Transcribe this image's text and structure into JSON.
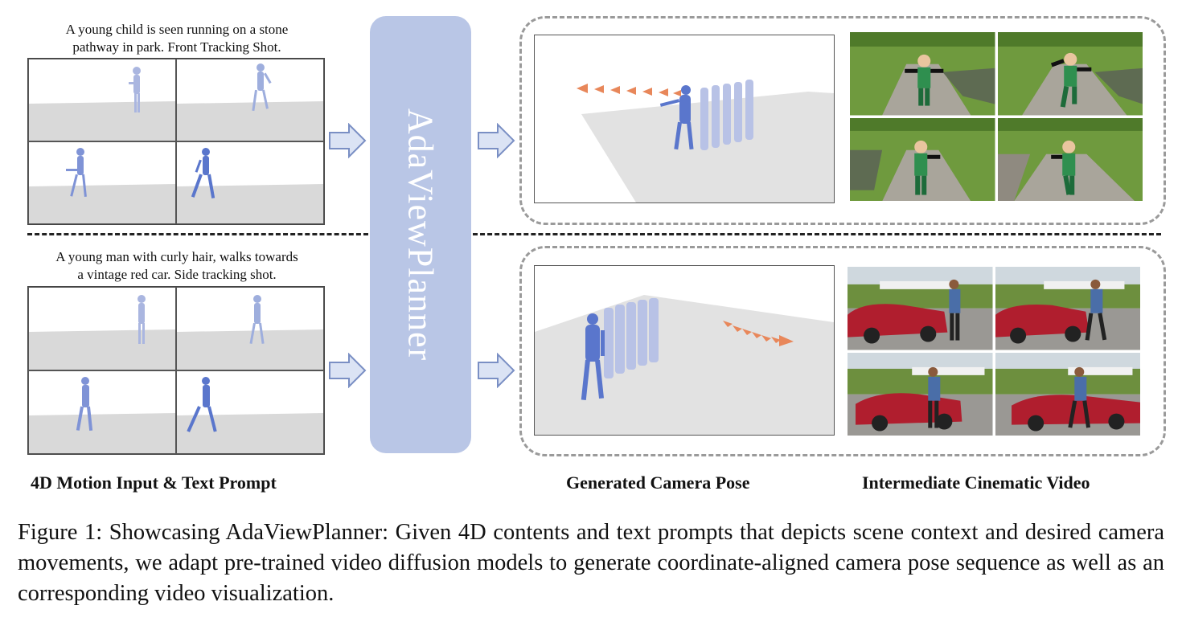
{
  "figure": {
    "prompt_top": [
      "A young child is seen running on a stone",
      "pathway in park. Front Tracking Shot."
    ],
    "prompt_bottom": [
      "A young man with curly hair, walks towards",
      "a vintage red car. Side tracking shot."
    ],
    "planner_label": "AdaViewPlanner",
    "label_input": "4D Motion Input & Text Prompt",
    "label_pose": "Generated Camera Pose",
    "label_video": "Intermediate Cinematic Video",
    "caption": "Figure 1: Showcasing AdaViewPlanner: Given 4D contents and text prompts that depicts scene context and desired camera movements, we adapt pre-trained video diffusion models to generate coordinate-aligned camera pose sequence as well as an corresponding video visualization.",
    "colors": {
      "planner": "#b9c6e6",
      "arrow_fill": "#dbe3f4",
      "arrow_stroke": "#7a8fc4",
      "figure_blue": "#5a76cc",
      "camera": "#e8875a",
      "panel_border": "#9a9a9a"
    },
    "icons": [
      "right-arrow-icon",
      "camera-frustum-icon",
      "human-figure-icon"
    ]
  }
}
